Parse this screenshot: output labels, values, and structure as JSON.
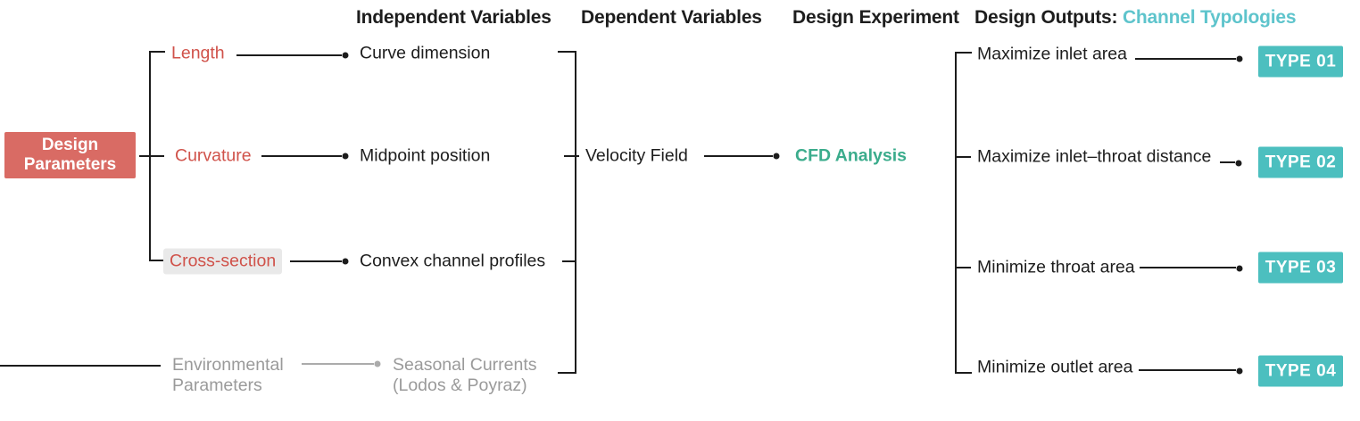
{
  "colors": {
    "param_box_bg": "#d96b64",
    "param_text": "#d0524a",
    "badge_bg": "#4cbfbf",
    "header_accent": "#5ec4cc",
    "experiment_text": "#3bac8c",
    "muted_text": "#9a9a9a",
    "dark_text": "#1d1d1d",
    "highlight_bg": "#e9e9e9"
  },
  "headers": {
    "independent_variables": "Independent Variables",
    "dependent_variables": "Dependent Variables",
    "design_experiment": "Design Experiment",
    "design_outputs_label": "Design Outputs:",
    "design_outputs_accent": "Channel Typologies"
  },
  "design_parameters_box": {
    "line1": "Design",
    "line2": "Parameters"
  },
  "parameters": {
    "length": "Length",
    "curvature": "Curvature",
    "cross_section": "Cross-section",
    "environmental": {
      "line1": "Environmental",
      "line2": "Parameters"
    }
  },
  "independent_variables": {
    "curve_dimension": "Curve dimension",
    "midpoint_position": "Midpoint position",
    "convex_profiles": "Convex channel profiles",
    "seasonal_currents": {
      "line1": "Seasonal Currents",
      "line2": "(Lodos & Poyraz)"
    }
  },
  "dependent_variables": {
    "velocity_field": "Velocity Field"
  },
  "design_experiment": {
    "cfd_analysis": "CFD Analysis"
  },
  "design_outputs": [
    {
      "objective": "Maximize inlet area",
      "type_label": "TYPE 01"
    },
    {
      "objective": "Maximize inlet–throat distance",
      "type_label": "TYPE 02"
    },
    {
      "objective": "Minimize throat area",
      "type_label": "TYPE 03"
    },
    {
      "objective": "Minimize outlet area",
      "type_label": "TYPE 04"
    }
  ]
}
